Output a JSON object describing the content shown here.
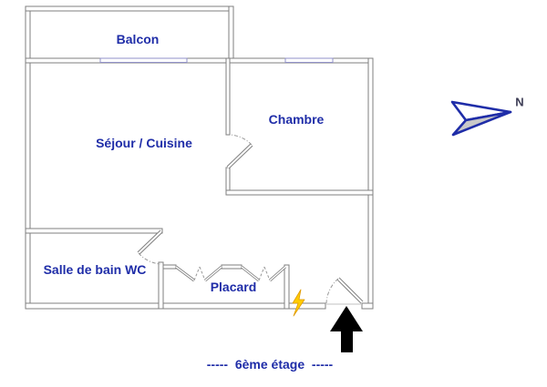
{
  "rooms": {
    "balcon": "Balcon",
    "sejour_cuisine": "Séjour / Cuisine",
    "chambre": "Chambre",
    "salle_de_bain": "Salle de bain WC",
    "placard": "Placard"
  },
  "annotations": {
    "floor": "-----  6ème étage  -----",
    "north": "N"
  },
  "colors": {
    "room_label_text": "#1F2DA8",
    "wall_stroke": "#7F7F7F",
    "window_stroke": "#9191C8",
    "door_arc_stroke": "#999999",
    "compass_outline": "#1F2DA8",
    "compass_lower_fill": "#C9C9C9",
    "entrance_arrow_fill": "#000000",
    "lightning_fill": "#FFCC00"
  }
}
